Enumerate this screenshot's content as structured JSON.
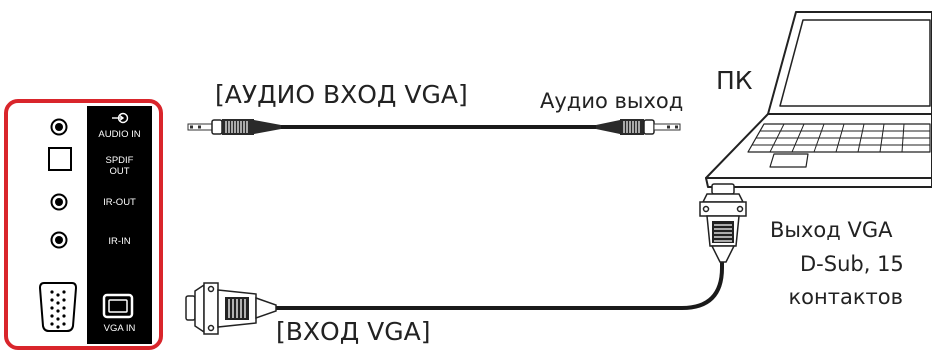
{
  "panel": {
    "audio_in": "AUDIO IN",
    "spdif_out_1": "SPDIF",
    "spdif_out_2": "OUT",
    "ir_out": "IR-OUT",
    "ir_in": "IR-IN",
    "vga_in": "VGA IN"
  },
  "labels": {
    "audio_vga_in": "[АУДИО ВХОД VGA]",
    "audio_out": "Аудио выход",
    "pc": "ПК",
    "vga_out_line1": "Выход VGA",
    "vga_out_line2": "D-Sub, 15",
    "vga_out_line3": "контактов",
    "vga_in": "[ВХОД VGA]"
  },
  "colors": {
    "panel_border": "#d9252b",
    "panel_black": "#000000",
    "cable": "#1a1a1a"
  }
}
